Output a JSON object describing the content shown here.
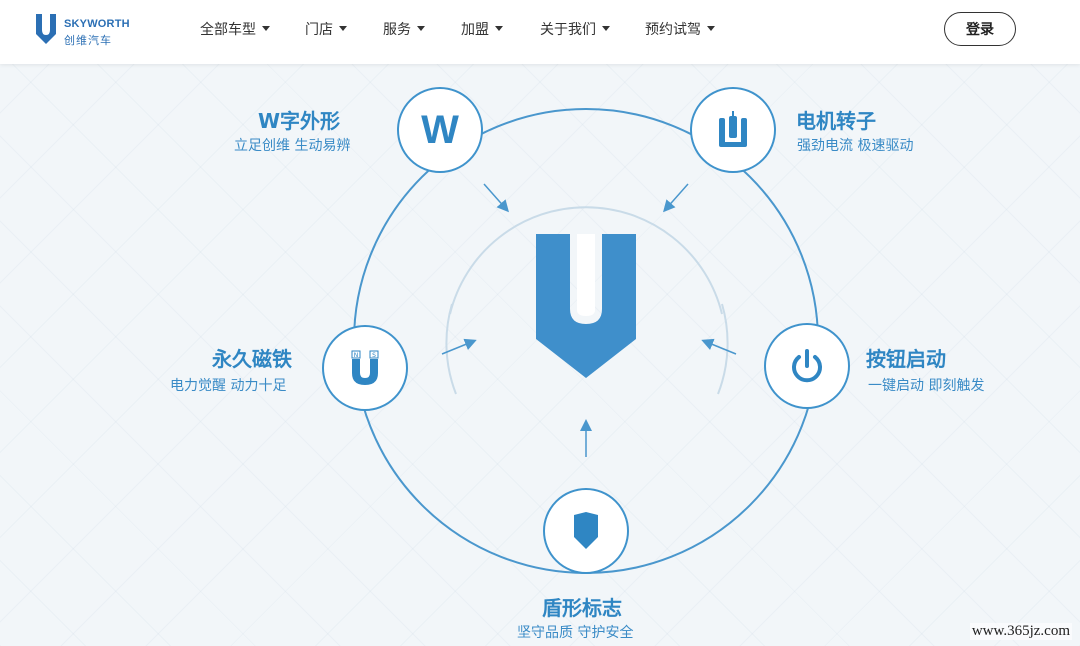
{
  "brand": {
    "name_en": "SKYWORTH",
    "name_cn": "创维汽车",
    "color": "#2b6fb4"
  },
  "nav": {
    "items": [
      {
        "label": "全部车型",
        "icon": "caret-down-icon"
      },
      {
        "label": "门店",
        "icon": "caret-down-icon"
      },
      {
        "label": "服务",
        "icon": "caret-down-icon"
      },
      {
        "label": "加盟",
        "icon": "caret-down-icon"
      },
      {
        "label": "关于我们",
        "icon": "caret-down-icon"
      },
      {
        "label": "预约试驾",
        "icon": "caret-down-icon"
      }
    ],
    "login_label": "登录"
  },
  "diagram": {
    "accent": "#3f93cc",
    "center_icon": "u-shield-logo-icon",
    "features": [
      {
        "id": "w-shape",
        "icon": "letter-w-icon",
        "icon_text": "W",
        "title": "W字外形",
        "subtitle": "立足创维  生动易辨"
      },
      {
        "id": "motor-rotor",
        "icon": "motor-rotor-icon",
        "title": "电机转子",
        "subtitle": "强劲电流  极速驱动"
      },
      {
        "id": "magnet",
        "icon": "magnet-icon",
        "icon_labels": [
          "N",
          "S"
        ],
        "title": "永久磁铁",
        "subtitle": "电力觉醒  动力十足"
      },
      {
        "id": "power-button",
        "icon": "power-icon",
        "title": "按钮启动",
        "subtitle": "一键启动  即刻触发"
      },
      {
        "id": "shield",
        "icon": "shield-icon",
        "title": "盾形标志",
        "subtitle": "坚守品质  守护安全"
      }
    ]
  },
  "watermark": "www.365jz.com"
}
